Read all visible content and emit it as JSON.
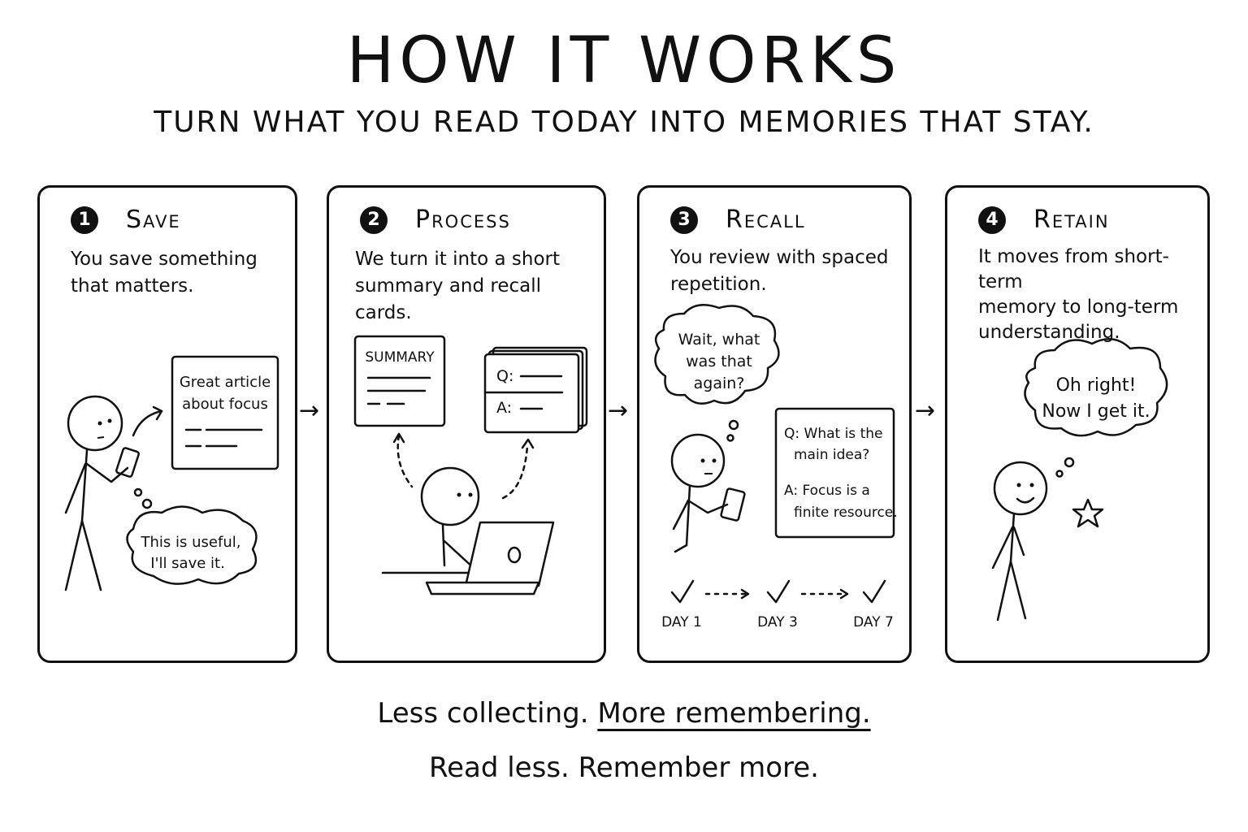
{
  "header": {
    "title": "HOW IT WORKS",
    "subtitle": "TURN WHAT YOU READ TODAY INTO MEMORIES THAT STAY."
  },
  "steps": [
    {
      "number": "1",
      "title": "Save",
      "desc_lines": [
        "You save something",
        "that matters."
      ],
      "note_lines": [
        "Great article",
        "about focus"
      ],
      "bubble_lines": [
        "This is useful,",
        "I'll save it."
      ]
    },
    {
      "number": "2",
      "title": "Process",
      "desc_lines": [
        "We turn it into a short",
        "summary and recall cards."
      ],
      "summary_label": "SUMMARY",
      "card_q": "Q:",
      "card_a": "A:"
    },
    {
      "number": "3",
      "title": "Recall",
      "desc_lines": [
        "You review with spaced",
        "repetition."
      ],
      "bubble_lines": [
        "Wait, what",
        "was that",
        "again?"
      ],
      "card_lines": [
        "Q: What is the",
        "main idea?",
        "A: Focus is a",
        "finite resource."
      ],
      "days": [
        "DAY 1",
        "DAY 3",
        "DAY 7"
      ]
    },
    {
      "number": "4",
      "title": "Retain",
      "desc_lines": [
        "It moves from short-term",
        "memory to long-term",
        "understanding."
      ],
      "bubble_lines": [
        "Oh right!",
        "Now I get it."
      ]
    }
  ],
  "arrow_glyph": "→",
  "footer": {
    "line1_plain": "Less collecting. ",
    "line1_underlined": "More remembering.",
    "line2": "Read less. Remember more."
  }
}
